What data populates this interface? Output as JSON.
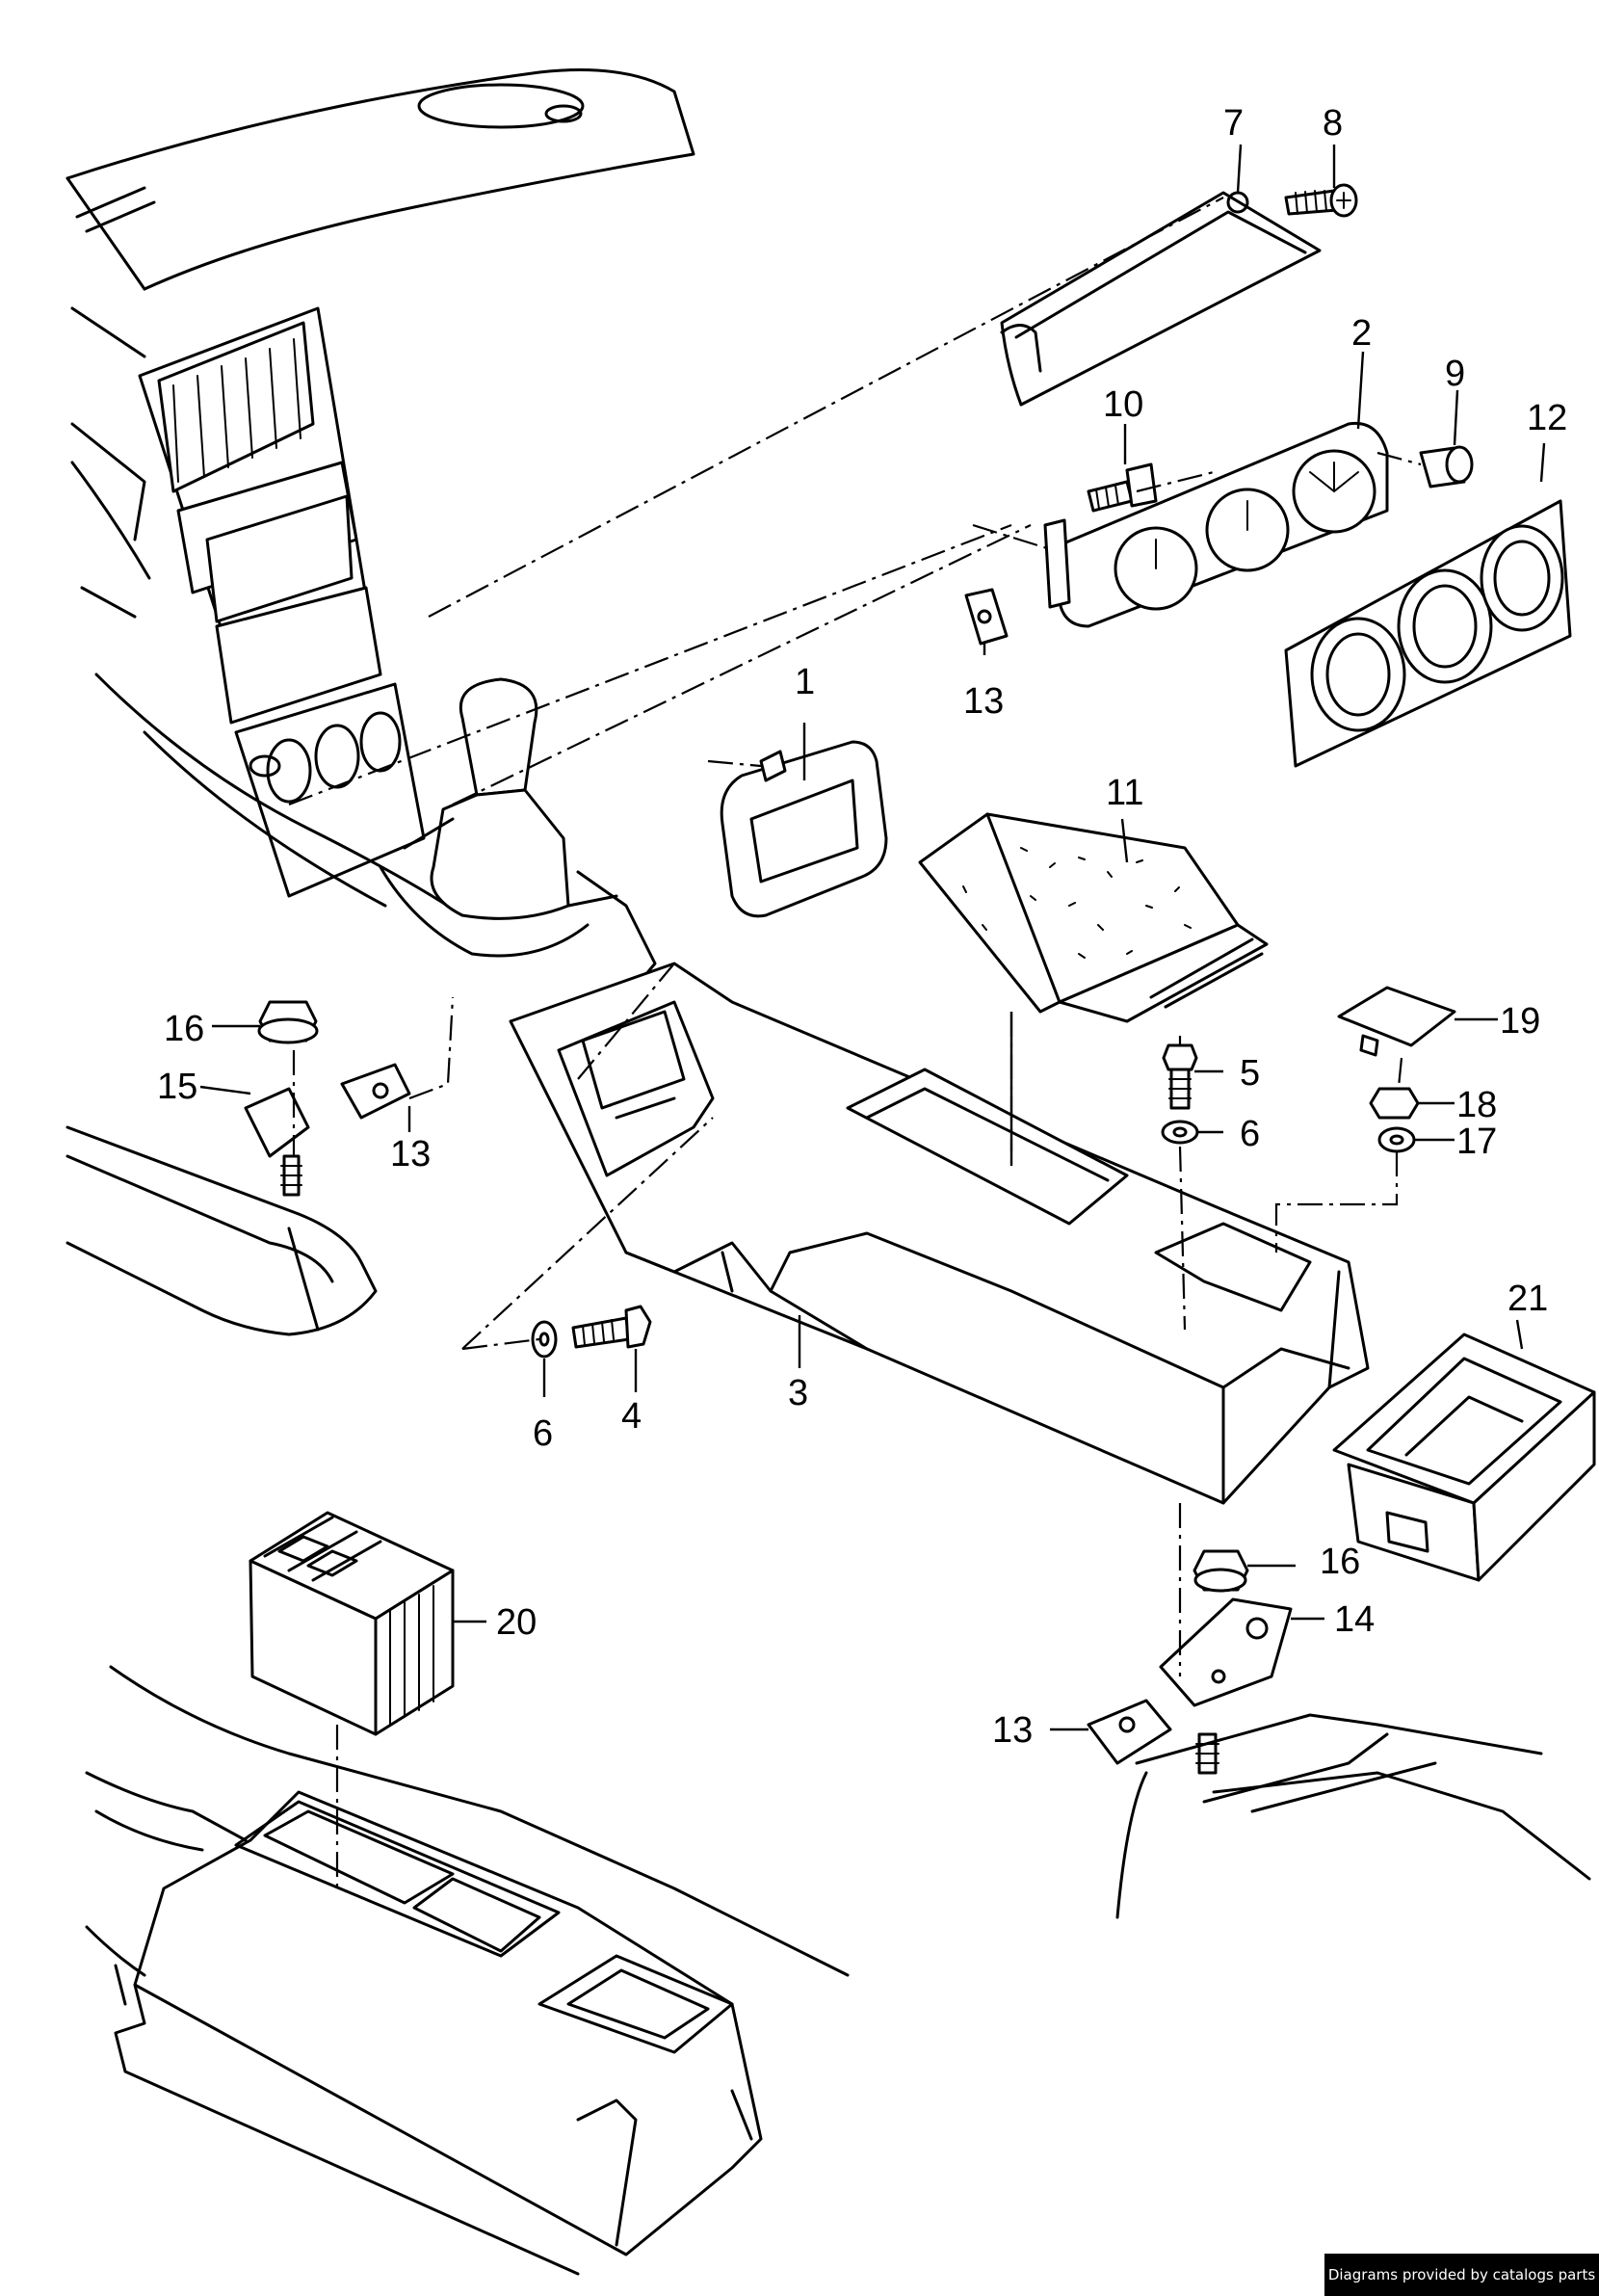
{
  "callouts": {
    "p1": "1",
    "p2": "2",
    "p3": "3",
    "p4": "4",
    "p5": "5",
    "p6a": "6",
    "p6b": "6",
    "p7": "7",
    "p8": "8",
    "p9": "9",
    "p10": "10",
    "p11": "11",
    "p12": "12",
    "p13a": "13",
    "p13b": "13",
    "p13c": "13",
    "p14": "14",
    "p15": "15",
    "p16a": "16",
    "p16b": "16",
    "p17": "17",
    "p18": "18",
    "p19": "19",
    "p20": "20",
    "p21": "21"
  },
  "credit": "Diagrams provided by catalogs parts",
  "colors": {
    "line": "#000000",
    "background": "#ffffff",
    "credit_bg": "#000000",
    "credit_text": "#ffffff"
  }
}
